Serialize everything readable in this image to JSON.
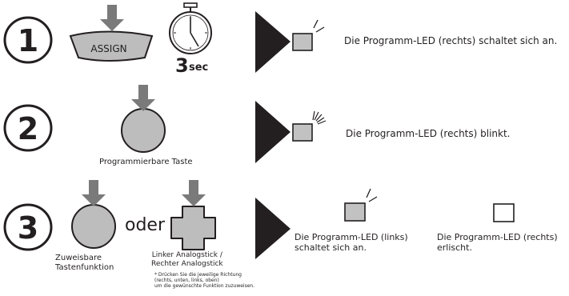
{
  "steps": [
    {
      "number": "1",
      "assign_label": "ASSIGN",
      "timer_value": "3",
      "timer_unit": "sec",
      "result": "Die Programm-LED (rechts) schaltet sich an."
    },
    {
      "number": "2",
      "button_label": "Programmierbare Taste",
      "result": "Die Programm-LED (rechts) blinkt."
    },
    {
      "number": "3",
      "button_label": "Zuweisbare\nTastenfunktion",
      "connector": "oder",
      "stick_label": "Linker Analogstick /\nRechter Analogstick",
      "note": "* Drücken Sie die jeweilige Richtung\n(rechts, unten, links, oben)\num die gewünschte Funktion zuzuweisen.",
      "result_left": "Die Programm-LED (links)\nschaltet sich an.",
      "result_right": "Die Programm-LED (rechts)\nerlischt."
    }
  ],
  "colors": {
    "outline": "#231f20",
    "arrow": "#7a7a7a",
    "button_fill": "#bdbdbd",
    "led_fill": "#c2c2c2"
  }
}
